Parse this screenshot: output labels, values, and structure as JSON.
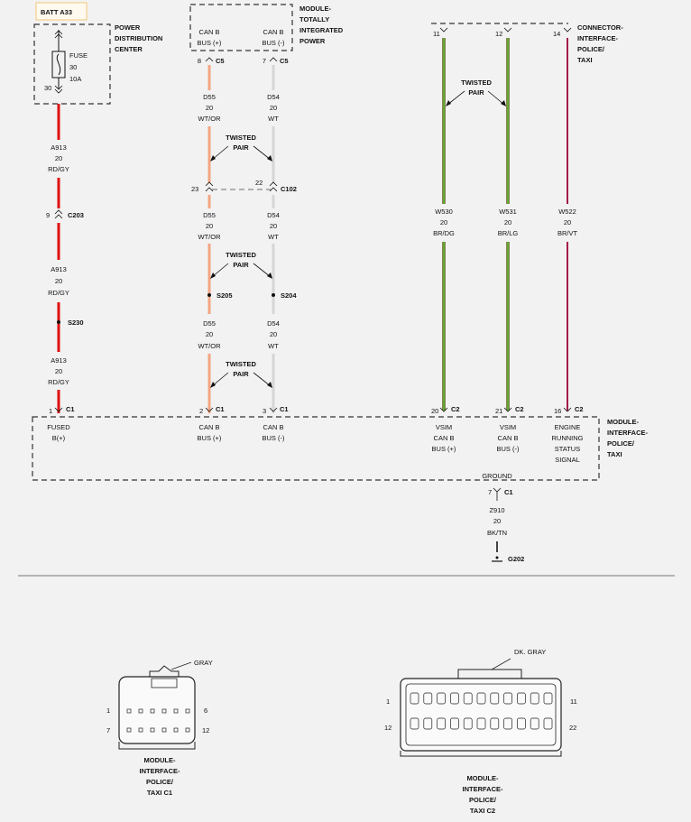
{
  "colors": {
    "red": "#e01010",
    "orange": "#f4a582",
    "white_wire": "#d6d6d6",
    "green": "#5cc33a",
    "brown": "#6b5a1c",
    "violet": "#a21a4a",
    "black": "#444444",
    "batt_border": "#f6c67a"
  },
  "batt": {
    "label": "BATT A33"
  },
  "pdc": {
    "title": [
      "POWER",
      "DISTRIBUTION",
      "CENTER"
    ],
    "fuse": [
      "FUSE",
      "30",
      "10A"
    ],
    "pin": "30"
  },
  "tipm": {
    "title": [
      "MODULE-",
      "TOTALLY",
      "INTEGRATED",
      "POWER"
    ],
    "pins": [
      {
        "label": [
          "CAN B",
          "BUS (+)"
        ],
        "num": "8",
        "conn": "C5"
      },
      {
        "label": [
          "CAN B",
          "BUS (-)"
        ],
        "num": "7",
        "conn": "C5"
      }
    ]
  },
  "connector": {
    "title": [
      "CONNECTOR-",
      "INTERFACE-",
      "POLICE/",
      "TAXI"
    ],
    "pins": [
      "11",
      "12",
      "14"
    ]
  },
  "twisted_pair": [
    "TWISTED",
    "PAIR"
  ],
  "wires": {
    "a913": [
      "A913",
      "20",
      "RD/GY"
    ],
    "d55": [
      "D55",
      "20",
      "WT/OR"
    ],
    "d54": [
      "D54",
      "20",
      "WT"
    ],
    "w530": [
      "W530",
      "20",
      "BR/DG"
    ],
    "w531": [
      "W531",
      "20",
      "BR/LG"
    ],
    "w522": [
      "W522",
      "20",
      "BR/VT"
    ],
    "z910": [
      "Z910",
      "20",
      "BK/TN"
    ]
  },
  "inline": {
    "c203": {
      "num": "9",
      "name": "C203"
    },
    "c102": {
      "left": "23",
      "right": "22",
      "name": "C102"
    }
  },
  "splices": {
    "s230": "S230",
    "s205": "S205",
    "s204": "S204"
  },
  "module": {
    "title": [
      "MODULE-",
      "INTERFACE-",
      "POLICE/",
      "TAXI"
    ],
    "pins": [
      {
        "num": "1",
        "conn": "C1",
        "label": [
          "FUSED",
          "B(+)"
        ]
      },
      {
        "num": "2",
        "conn": "C1",
        "label": [
          "CAN B",
          "BUS (+)"
        ]
      },
      {
        "num": "3",
        "conn": "C1",
        "label": [
          "CAN B",
          "BUS (-)"
        ]
      },
      {
        "num": "20",
        "conn": "C2",
        "label": [
          "VSIM",
          "CAN B",
          "BUS (+)"
        ]
      },
      {
        "num": "21",
        "conn": "C2",
        "label": [
          "VSIM",
          "CAN B",
          "BUS (-)"
        ]
      },
      {
        "num": "16",
        "conn": "C2",
        "label": [
          "ENGINE",
          "RUNNING",
          "STATUS",
          "SIGNAL"
        ]
      }
    ],
    "ground": {
      "label": "GROUND",
      "num": "7",
      "conn": "C1"
    }
  },
  "ground_point": "G202",
  "conn_c1": {
    "color": "GRAY",
    "pin_labels": {
      "tl": "1",
      "tr": "6",
      "bl": "7",
      "br": "12"
    },
    "title": [
      "MODULE-",
      "INTERFACE-",
      "POLICE/",
      "TAXI C1"
    ]
  },
  "conn_c2": {
    "color": "DK. GRAY",
    "pin_labels": {
      "tl": "1",
      "tr": "11",
      "bl": "12",
      "br": "22"
    },
    "title": [
      "MODULE-",
      "INTERFACE-",
      "POLICE/",
      "TAXI C2"
    ]
  }
}
